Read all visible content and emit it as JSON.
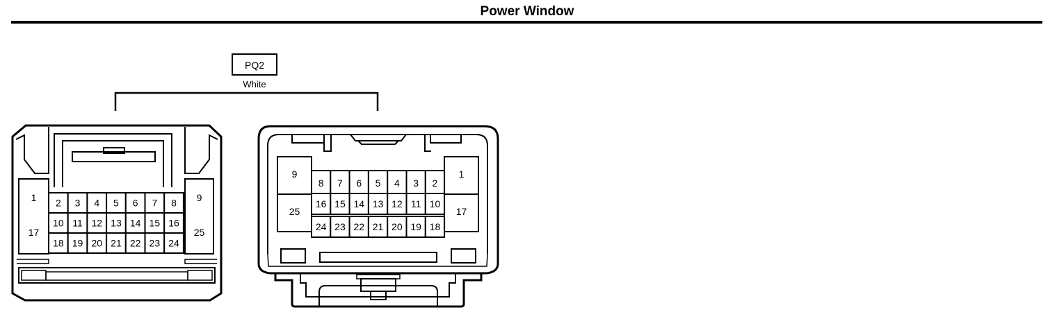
{
  "title": "Power Window",
  "connector": {
    "code": "PQ2",
    "color": "White"
  },
  "left_view": {
    "side_pins": [
      "1",
      "17",
      "9",
      "25"
    ],
    "rows": [
      [
        "2",
        "3",
        "4",
        "5",
        "6",
        "7",
        "8"
      ],
      [
        "10",
        "11",
        "12",
        "13",
        "14",
        "15",
        "16"
      ],
      [
        "18",
        "19",
        "20",
        "21",
        "22",
        "23",
        "24"
      ]
    ]
  },
  "right_view": {
    "side_pins": [
      "9",
      "25",
      "1",
      "17"
    ],
    "rows": [
      [
        "8",
        "7",
        "6",
        "5",
        "4",
        "3",
        "2"
      ],
      [
        "16",
        "15",
        "14",
        "13",
        "12",
        "11",
        "10"
      ],
      [
        "24",
        "23",
        "22",
        "21",
        "20",
        "19",
        "18"
      ]
    ]
  }
}
